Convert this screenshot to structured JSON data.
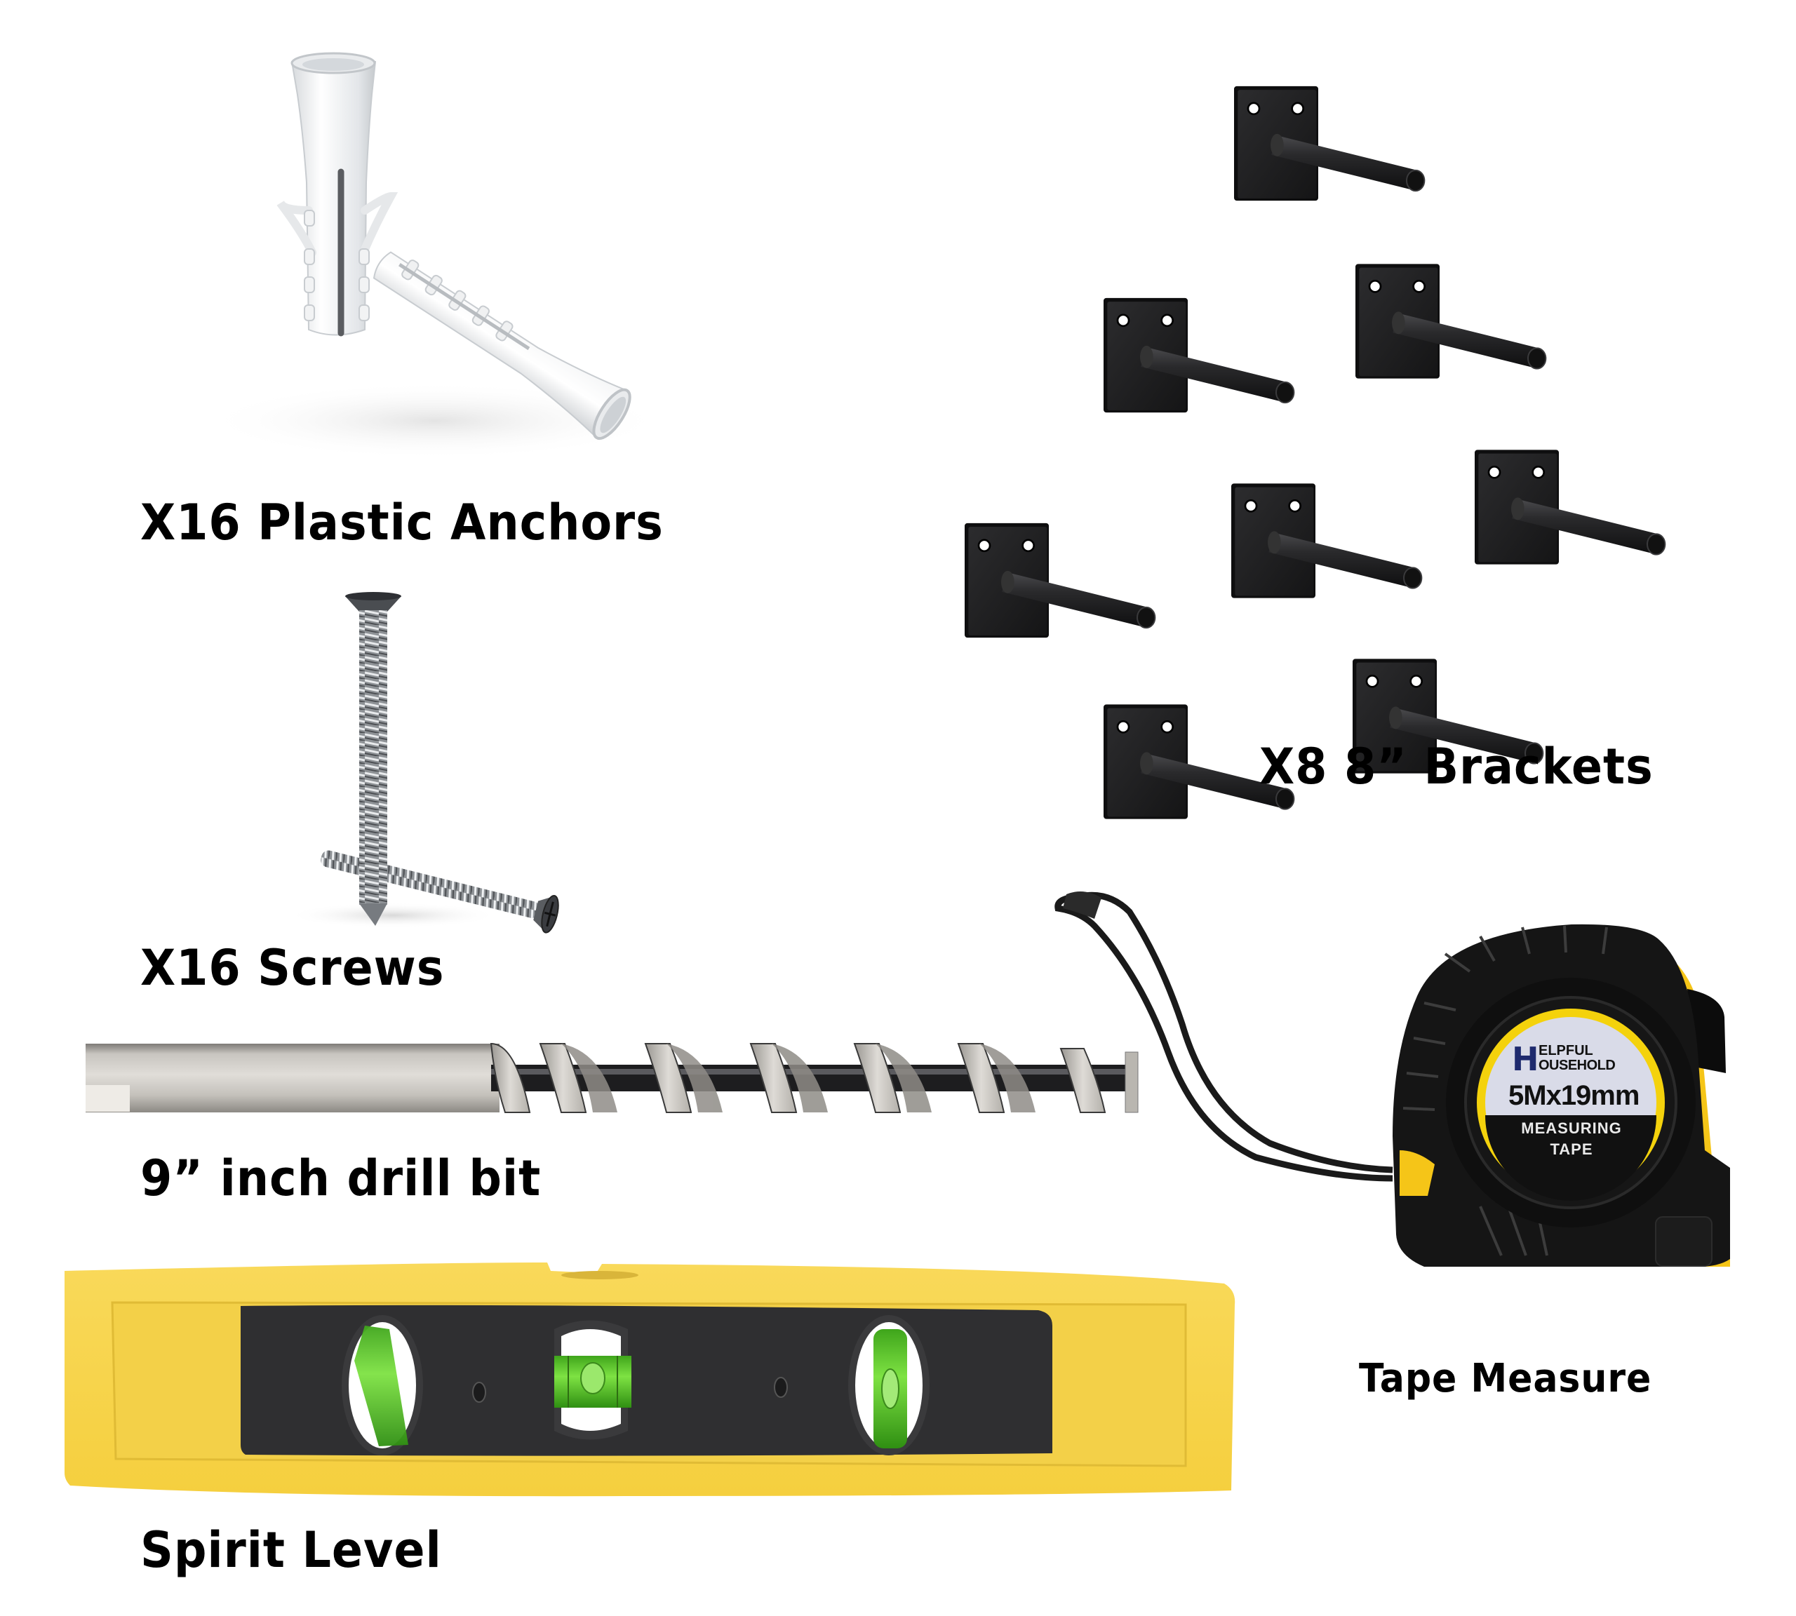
{
  "items": {
    "anchors": {
      "label": "X16 Plastic Anchors",
      "quantity": 16,
      "name": "Plastic Anchors"
    },
    "brackets": {
      "label": "X8 8” Brackets",
      "quantity": 8,
      "size": "8”",
      "name": "Brackets"
    },
    "screws": {
      "label": "X16 Screws",
      "quantity": 16,
      "name": "Screws"
    },
    "drill_bit": {
      "label": "9” inch drill bit",
      "size": "9”",
      "name": "drill bit"
    },
    "tape_measure": {
      "label": "Tape Measure",
      "brand_line1": "ELPFUL",
      "brand_line2": "OUSEHOLD",
      "brand_initial": "H",
      "spec": "5Mx19mm",
      "type_line1": "MEASURING",
      "type_line2": "TAPE"
    },
    "spirit_level": {
      "label": "Spirit Level",
      "name": "Spirit Level"
    }
  },
  "colors": {
    "background": "#ffffff",
    "level_yellow": "#F8D64B",
    "level_black": "#2e2e30",
    "vial_green": "#5fd22c",
    "bracket_black": "#1c1c1e",
    "tape_black": "#151515",
    "tape_yellow": "#F5C518",
    "drill_silver": "#c9c6c0",
    "anchor_white": "#eef0f2",
    "brand_blue": "#1e2a6e"
  }
}
